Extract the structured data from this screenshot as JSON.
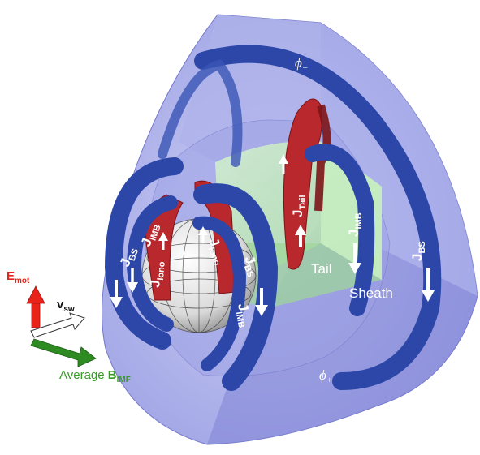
{
  "regions": {
    "phi_minus": {
      "symbol": "ϕ",
      "sub": "−"
    },
    "phi_plus": {
      "symbol": "ϕ",
      "sub": "+"
    },
    "tail": "Tail",
    "sheath": "Sheath"
  },
  "currents": {
    "bs_outer": {
      "main": "J",
      "sub": "BS"
    },
    "bs_left": {
      "main": "J",
      "sub": "BS"
    },
    "bs_front": {
      "main": "J",
      "sub": "BS"
    },
    "imb_right": {
      "main": "J",
      "sub": "IMB"
    },
    "imb_left": {
      "main": "J",
      "sub": "IMB"
    },
    "imb_front": {
      "main": "J",
      "sub": "IMB"
    },
    "tail": {
      "main": "J",
      "sub": "Tail"
    },
    "iono_left": {
      "main": "J",
      "sub": "Iono"
    },
    "iono_right": {
      "main": "J",
      "sub": "Iono"
    }
  },
  "legend": {
    "emot": {
      "main": "E",
      "sub": "mot"
    },
    "vsw": {
      "main": "v",
      "sub": "sw"
    },
    "bimf": {
      "prefix": "Average ",
      "main": "B",
      "sub": "IMF"
    }
  },
  "colors": {
    "volume": "#8e93e0",
    "ribbon_blue": "#2c47a8",
    "ribbon_red": "#b8282d",
    "tail_green": "#b9e8b4",
    "emot_red": "#e8231a",
    "bimf_green": "#2e8b22",
    "bimf_text": "#3a9a2a"
  }
}
